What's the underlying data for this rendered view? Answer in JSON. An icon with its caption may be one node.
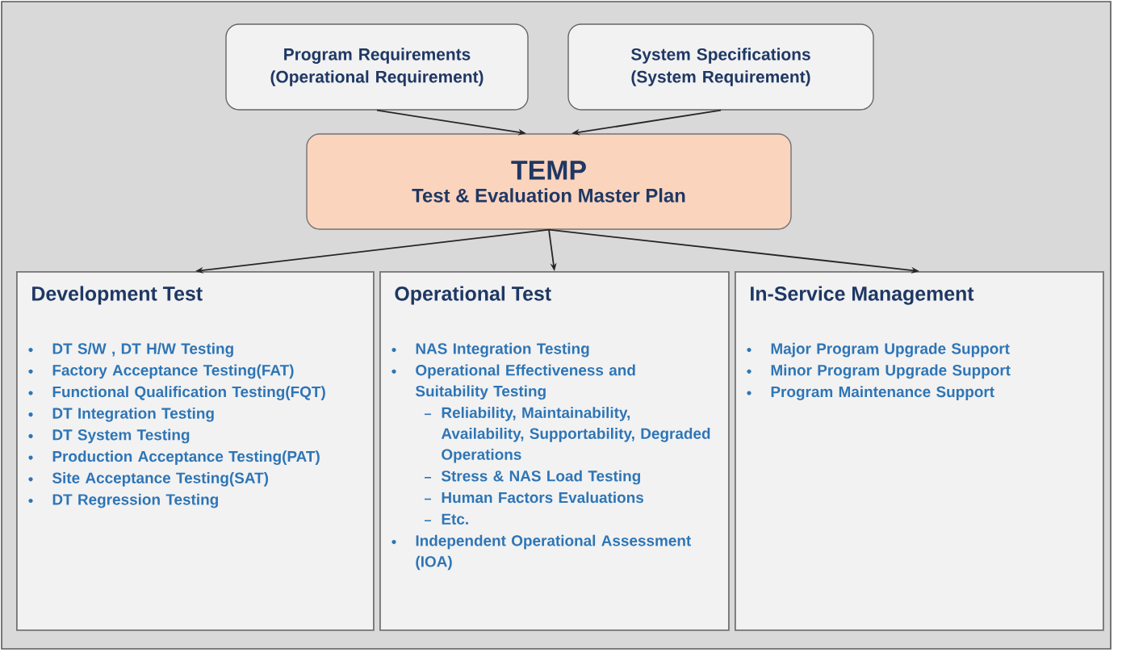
{
  "diagram": {
    "nodes": [
      {
        "text": [
          "Program Requirements (Operational Requirement)"
        ]
      },
      {
        "text": [
          "System Specifications (System Requirement)"
        ]
      },
      {
        "text": [
          "TEMP",
          "Test & Evaluation Master Plan"
        ]
      },
      {
        "text": [
          "Development Test",
          "DT S/W , DT H/W Testing",
          "Factory Acceptance Testing(FAT)",
          "Functional Qualification Testing(FQT)",
          "DT Integration Testing",
          "DT System Testing",
          "Production Acceptance Testing(PAT)",
          "Site Acceptance Testing(SAT)",
          "DT Regression Testing"
        ]
      },
      {
        "text": [
          "Operational Test",
          "NAS Integration Testing",
          "Operational Effectiveness and Suitability Testing",
          "Reliability, Maintainability, Availability, Supportability, Degraded Operations",
          "Stress & NAS Load Testing",
          "Human Factors Evaluations",
          "Etc.",
          "Independent Operational Assessment (IOA)"
        ]
      },
      {
        "text": [
          "In-Service Management",
          "Major Program Upgrade Support",
          "Minor Program Upgrade Support",
          "Program Maintenance Support"
        ]
      }
    ],
    "edges": [
      {
        "from": 0,
        "to": 2,
        "arrow": "to"
      },
      {
        "from": 1,
        "to": 2,
        "arrow": "to"
      },
      {
        "from": 2,
        "to": 3,
        "arrow": "to"
      },
      {
        "from": 2,
        "to": 4,
        "arrow": "to"
      },
      {
        "from": 2,
        "to": 5,
        "arrow": "to"
      }
    ]
  }
}
